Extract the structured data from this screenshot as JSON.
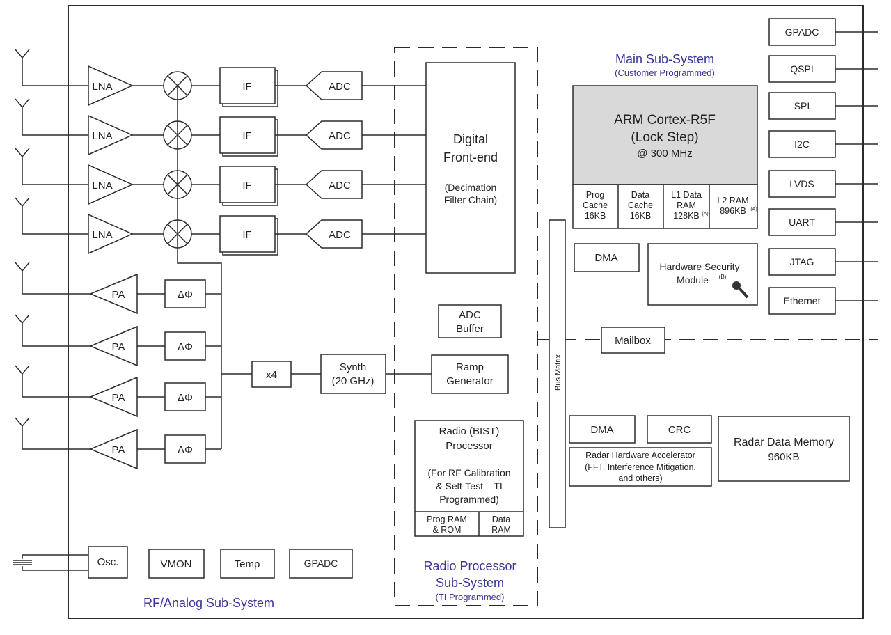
{
  "rf_subsystem": {
    "title": "RF/Analog Sub-System",
    "lna_label": "LNA",
    "if_label": "IF",
    "adc_label": "ADC",
    "pa_label": "PA",
    "phase_label": "ΔΦ",
    "multiplier_label": "x4",
    "synth": [
      "Synth",
      "(20 GHz)"
    ],
    "osc_label": "Osc.",
    "vmon_label": "VMON",
    "temp_label": "Temp",
    "gpadc_label": "GPADC"
  },
  "radio_subsystem": {
    "title": [
      "Radio Processor",
      "Sub-System"
    ],
    "subtitle": "(TI Programmed)",
    "dfe": [
      "Digital",
      "Front-end",
      "(Decimation",
      "Filter Chain)"
    ],
    "adc_buffer": [
      "ADC",
      "Buffer"
    ],
    "ramp_generator": [
      "Ramp",
      "Generator"
    ],
    "bist": [
      "Radio (BIST)",
      "Processor",
      "(For RF Calibration",
      "& Self-Test  – TI",
      "Programmed)"
    ],
    "prog_ram": [
      "Prog RAM",
      "& ROM"
    ],
    "data_ram": [
      "Data",
      "RAM"
    ]
  },
  "bus_matrix": "Bus Matrix",
  "main_subsystem": {
    "title": "Main Sub-System",
    "subtitle": "(Customer Programmed)",
    "cpu": [
      "ARM Cortex-R5F",
      "(Lock Step)",
      "@ 300 MHz"
    ],
    "memories": [
      {
        "lines": [
          "Prog",
          "Cache",
          "16KB"
        ],
        "sup": ""
      },
      {
        "lines": [
          "Data",
          "Cache",
          "16KB"
        ],
        "sup": ""
      },
      {
        "lines": [
          "L1 Data",
          "RAM",
          "128KB"
        ],
        "sup": "(A)"
      },
      {
        "lines": [
          "L2 RAM",
          "896KB"
        ],
        "sup": "(A)"
      }
    ],
    "dma": "DMA",
    "hsm": [
      "Hardware Security",
      "Module"
    ],
    "hsm_sup": "(B)",
    "hsm_icon": "key-icon",
    "mailbox": "Mailbox"
  },
  "dss": {
    "dma": "DMA",
    "crc": "CRC",
    "accelerator": [
      "Radar Hardware Accelerator",
      "(FFT, Interference Mitigation,",
      "and others)"
    ],
    "data_memory": [
      "Radar Data Memory",
      "960KB"
    ]
  },
  "peripherals": [
    "GPADC",
    "QSPI",
    "SPI",
    "I2C",
    "LVDS",
    "UART",
    "JTAG",
    "Ethernet"
  ],
  "colors": {
    "title_blue": "#3a3596",
    "cpu_fill": "#d9d9d9",
    "line": "#2b2b2b"
  }
}
